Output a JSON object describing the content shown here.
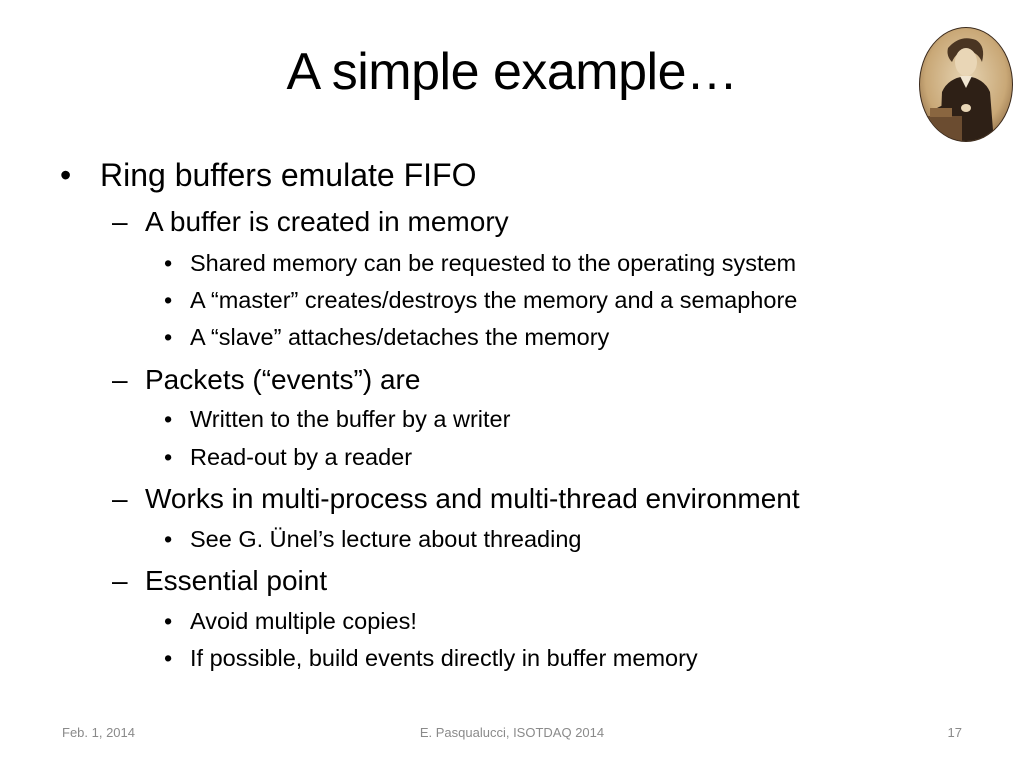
{
  "slide": {
    "title": "A simple example…",
    "bullet_marker": "•",
    "dash_marker": "–"
  },
  "content": {
    "item1": "Ring buffers emulate FIFO",
    "item1_1": "A buffer is created in memory",
    "item1_1_1": "Shared memory can be requested to the operating system",
    "item1_1_2": "A “master” creates/destroys the memory and a semaphore",
    "item1_1_3": "A “slave” attaches/detaches the memory",
    "item1_2": "Packets (“events”) are",
    "item1_2_1": "Written to the buffer by a writer",
    "item1_2_2": "Read-out  by a reader",
    "item1_3": "Works in multi-process and multi-thread environment",
    "item1_3_1": "See G. Ünel’s lecture about threading",
    "item1_4": "Essential point",
    "item1_4_1": "Avoid multiple copies!",
    "item1_4_2": "If possible, build events directly in buffer memory"
  },
  "footer": {
    "date": "Feb. 1, 2014",
    "author": "E. Pasqualucci, ISOTDAQ 2014",
    "page": "17"
  },
  "colors": {
    "footer_text": "#8a8a8a",
    "portrait_sepia": "#c9a877",
    "portrait_dark": "#3b2a1c"
  }
}
